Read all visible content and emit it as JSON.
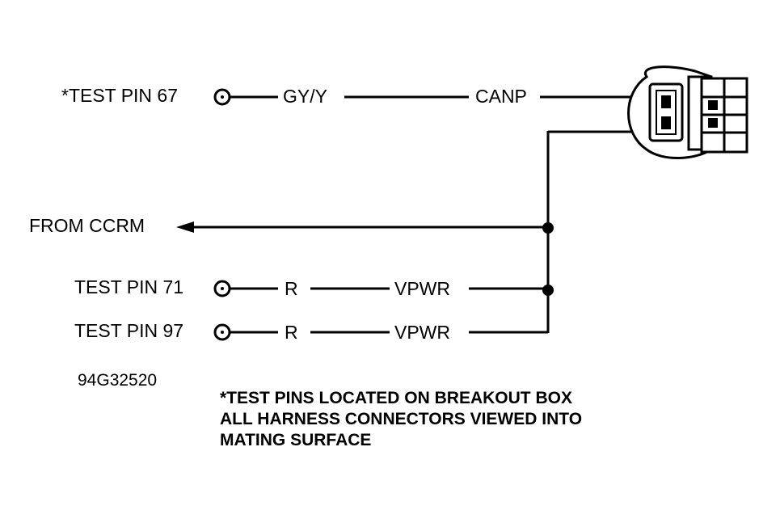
{
  "pins": [
    {
      "label": "*TEST PIN 67",
      "color": "GY/Y",
      "signal": "CANP"
    },
    {
      "label": "TEST PIN 71",
      "color": "R",
      "signal": "VPWR"
    },
    {
      "label": "TEST PIN 97",
      "color": "R",
      "signal": "VPWR"
    }
  ],
  "from_label": "FROM CCRM",
  "figure_code": "94G32520",
  "notes": [
    "*TEST PINS LOCATED ON BREAKOUT BOX",
    "ALL HARNESS CONNECTORS VIEWED INTO",
    "MATING SURFACE"
  ],
  "line_color": "#000000"
}
